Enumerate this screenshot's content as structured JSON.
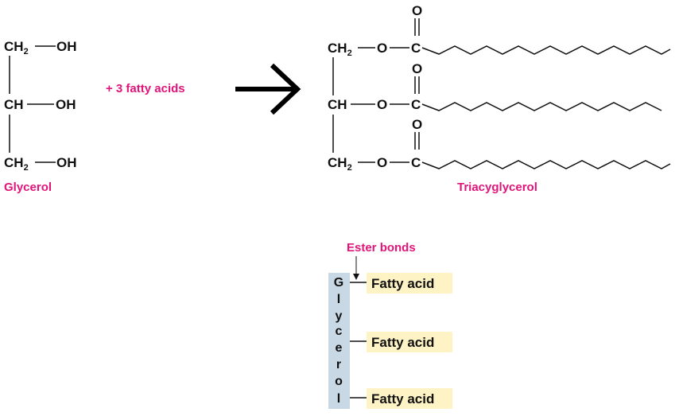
{
  "glycerol": {
    "group_ch2": "CH",
    "group_ch": "CH",
    "subscript_2": "2",
    "hydroxyl": "OH",
    "name": "Glycerol"
  },
  "reaction": {
    "reactant_label": "+ 3 fatty acids"
  },
  "triacylglycerol": {
    "group_ch2": "CH",
    "group_ch": "CH",
    "subscript_2": "2",
    "oxygen": "O",
    "carbonyl_carbon": "C",
    "name": "Triacyglycerol"
  },
  "schematic": {
    "ester_bonds_label": "Ester bonds",
    "glycerol_letters": [
      "G",
      "l",
      "y",
      "c",
      "e",
      "r",
      "o",
      "l"
    ],
    "fatty_acid_labels": [
      "Fatty acid",
      "Fatty acid",
      "Fatty acid"
    ]
  },
  "colors": {
    "label_pink": "#e0157a",
    "fatty_acid_box": "#fdf3c4",
    "glycerol_bar": "#c8d8e4"
  }
}
